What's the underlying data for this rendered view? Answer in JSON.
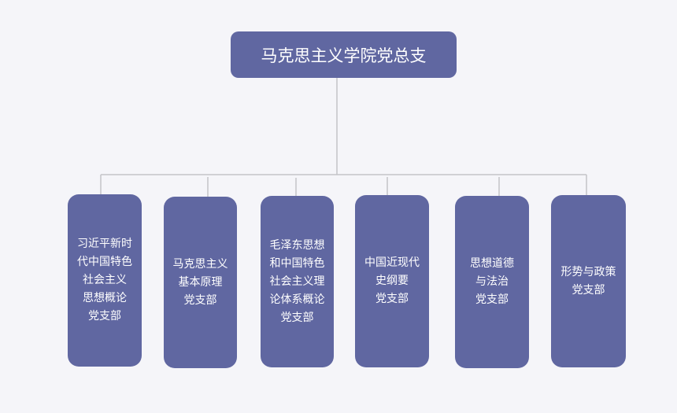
{
  "root": {
    "label": "马克思主义学院党总支"
  },
  "children": [
    {
      "label": "习近平新时\n代中国特色\n社会主义\n思想概论\n党支部"
    },
    {
      "label": "马克思主义\n基本原理\n党支部"
    },
    {
      "label": "毛泽东思想\n和中国特色\n社会主义理\n论体系概论\n党支部"
    },
    {
      "label": "中国近现代\n史纲要\n党支部"
    },
    {
      "label": "思想道德\n与法治\n党支部"
    },
    {
      "label": "形势与政策\n党支部"
    }
  ],
  "colors": {
    "node": "#6067a1",
    "connector": "#c4c4c8",
    "background": "#f5f5f9"
  }
}
